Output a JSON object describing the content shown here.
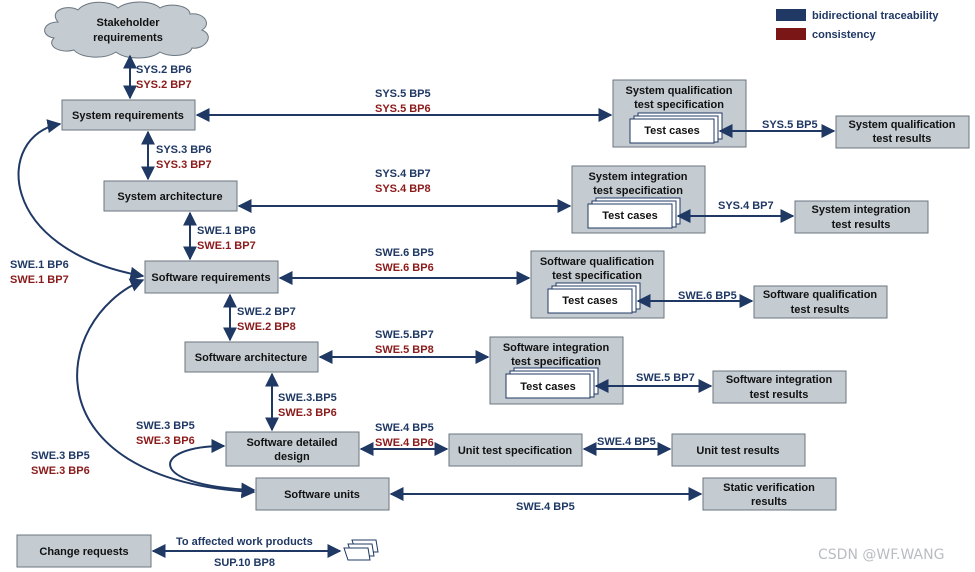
{
  "legend": {
    "items": [
      {
        "label": "bidirectional traceability",
        "color": "#1f3864"
      },
      {
        "label": "consistency",
        "color": "#7a1616"
      }
    ]
  },
  "nodes": {
    "stakeholder": [
      "Stakeholder",
      "requirements"
    ],
    "sys_req": "System requirements",
    "sys_arch": "System architecture",
    "sw_req": "Software requirements",
    "sw_arch": "Software architecture",
    "sw_detailed": [
      "Software detailed",
      "design"
    ],
    "sw_units": "Software units",
    "change_requests": "Change requests",
    "sys_qual_spec": [
      "System qualification",
      "test specification"
    ],
    "sys_int_spec": [
      "System integration",
      "test specification"
    ],
    "sw_qual_spec": [
      "Software qualification",
      "test specification"
    ],
    "sw_int_spec": [
      "Software integration",
      "test specification"
    ],
    "test_cases": "Test cases",
    "sys_qual_res": [
      "System qualification",
      "test results"
    ],
    "sys_int_res": [
      "System integration",
      "test results"
    ],
    "sw_qual_res": [
      "Software qualification",
      "test results"
    ],
    "sw_int_res": [
      "Software integration",
      "test results"
    ],
    "unit_test_spec": "Unit test specification",
    "unit_test_res": "Unit test results",
    "static_ver": [
      "Static verification",
      "results"
    ]
  },
  "labels": {
    "sys2": [
      "SYS.2 BP6",
      "SYS.2 BP7"
    ],
    "sys5_top": [
      "SYS.5 BP5",
      "SYS.5 BP6"
    ],
    "sys5_res": "SYS.5 BP5",
    "sys3": [
      "SYS.3 BP6",
      "SYS.3 BP7"
    ],
    "sys4_top": [
      "SYS.4 BP7",
      "SYS.4 BP8"
    ],
    "sys4_res": "SYS.4 BP7",
    "swe1_v": [
      "SWE.1 BP6",
      "SWE.1 BP7"
    ],
    "swe1_left": [
      "SWE.1 BP6",
      "SWE.1 BP7"
    ],
    "swe6_top": [
      "SWE.6 BP5",
      "SWE.6 BP6"
    ],
    "swe6_res": "SWE.6 BP5",
    "swe2": [
      "SWE.2 BP7",
      "SWE.2 BP8"
    ],
    "swe5_top": [
      "SWE.5.BP7",
      "SWE.5 BP8"
    ],
    "swe5_res": "SWE.5 BP7",
    "swe3_v": [
      "SWE.3.BP5",
      "SWE.3 BP6"
    ],
    "swe3_mid": [
      "SWE.3 BP5",
      "SWE.3 BP6"
    ],
    "swe3_left": [
      "SWE.3 BP5",
      "SWE.3 BP6"
    ],
    "swe4_top": [
      "SWE.4 BP5",
      "SWE.4 BP6"
    ],
    "swe4_res": "SWE.4 BP5",
    "swe4_bottom": "SWE.4 BP5",
    "affected": "To affected work products",
    "sup10": "SUP.10 BP8"
  },
  "watermark": "CSDN @WF.WANG"
}
